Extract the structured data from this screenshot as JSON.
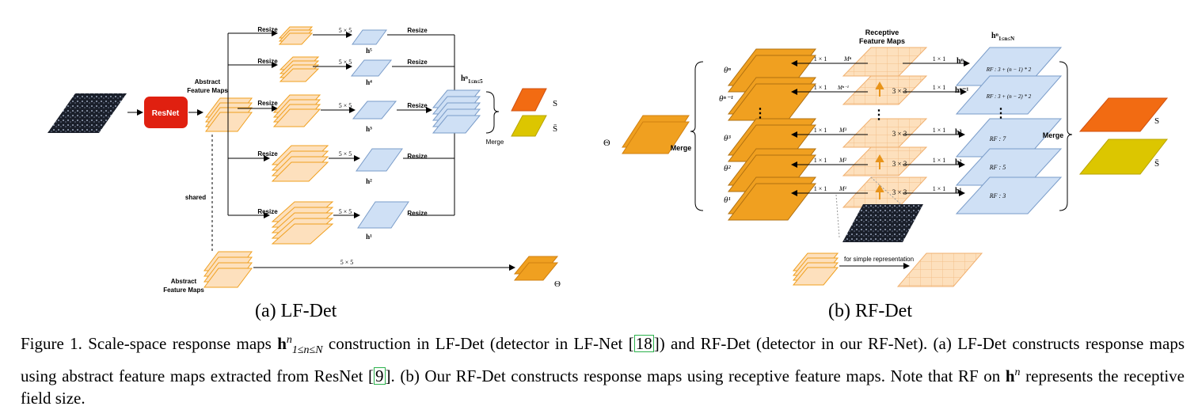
{
  "figure": {
    "lf_det": {
      "resnet_label": "ResNet",
      "abstract_maps_label_1": "Abstract",
      "abstract_maps_label_2": "Feature Maps",
      "resize_label": "Resize",
      "conv_label": "5 × 5",
      "shared_label": "shared",
      "merge_label": "Merge",
      "h_top": "h⁵",
      "h_levels": [
        "h⁵",
        "h⁴",
        "h³",
        "h²",
        "h¹"
      ],
      "h_merged": "hⁿ",
      "h_merged_sub": "1≤n≤5",
      "s_label": "S",
      "s_bar_label": "S̄",
      "theta_label": "Θ"
    },
    "rf_det": {
      "receptive_label_1": "Receptive",
      "receptive_label_2": "Feature Maps",
      "h_head": "hⁿ",
      "h_head_sub": "1≤n≤N",
      "conv1": "1 × 1",
      "conv3": "3 × 3",
      "merge_label": "Merge",
      "theta_big": "Θ",
      "thetas": [
        "θⁿ",
        "θⁿ⁻¹",
        "θ³",
        "θ²",
        "θ¹"
      ],
      "m_labels": [
        "Mⁿ",
        "Mⁿ⁻¹",
        "M³",
        "M²",
        "M¹"
      ],
      "h_labels": [
        "hⁿ",
        "hⁿ⁻¹",
        "h³",
        "h²",
        "h¹"
      ],
      "rf_labels": [
        "RF : 3 + (n − 1) * 2",
        "RF : 3 + (n − 2) * 2",
        "RF : 7",
        "RF : 5",
        "RF : 3"
      ],
      "s_label": "S",
      "s_bar_label": "S̄",
      "simple_label": "for simple representation"
    },
    "sub_a": "(a) LF-Det",
    "sub_b": "(b) RF-Det"
  },
  "caption": {
    "p1": "Figure 1.  Scale-space response maps ",
    "math": "h",
    "math_sup": "n",
    "math_sub": "1≤n≤N",
    "p2": " construction in LF-Det (detector in LF-Net [",
    "ref1": "18",
    "p3": "]) and RF-Det (detector in our RF-Net). (a) LF-Det constructs response maps using abstract feature maps extracted from ResNet [",
    "ref2": "9",
    "p4": "]. (b) Our RF-Det constructs response maps using receptive feature maps. Note that RF on ",
    "math2": "h",
    "math2_sup": "n",
    "p5": " represents the receptive field size."
  },
  "colors": {
    "light_orange": "#fde0bd",
    "orange": "#f0a020",
    "dark_orange": "#e8941a",
    "light_blue": "#cfe0f5",
    "red_box": "#e02010",
    "s_red": "#f26b12",
    "s_yellow": "#dcc600"
  }
}
